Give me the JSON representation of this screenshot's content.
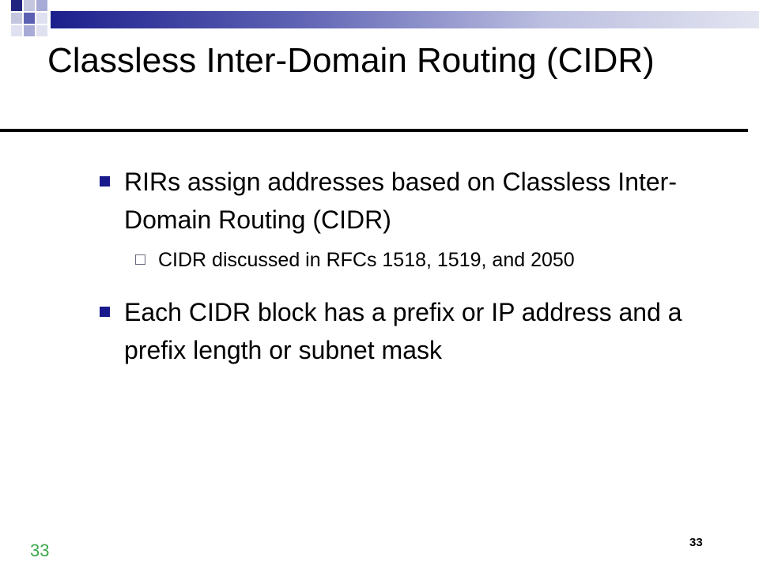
{
  "slide": {
    "title": "Classless Inter-Domain Routing (CIDR)",
    "bullets": [
      {
        "text": "RIRs assign addresses based on Classless Inter-Domain Routing (CIDR)",
        "sub": [
          "CIDR discussed in RFCs 1518, 1519, and 2050"
        ]
      },
      {
        "text": "Each CIDR block has a prefix or IP address and a prefix length or subnet mask",
        "sub": []
      }
    ],
    "page_number_left": "33",
    "page_number_right": "33"
  },
  "colors": {
    "accent": "#1a1a8c",
    "page_number_green": "#3aa84a"
  }
}
